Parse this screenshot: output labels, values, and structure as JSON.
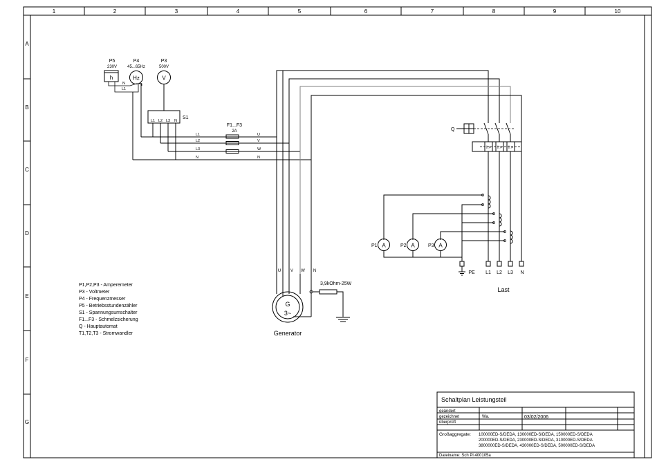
{
  "frame": {
    "columns": [
      "1",
      "2",
      "3",
      "4",
      "5",
      "6",
      "7",
      "8",
      "9",
      "10"
    ],
    "rows": [
      "A",
      "B",
      "C",
      "D",
      "E",
      "F",
      "G"
    ]
  },
  "meters": {
    "p5": {
      "tag": "P5",
      "rating": "230V",
      "symbol": "h"
    },
    "p4": {
      "tag": "P4",
      "rating": "45...65Hz",
      "symbol": "Hz"
    },
    "p3": {
      "tag": "P3",
      "rating": "500V",
      "symbol": "V"
    },
    "n_label": "N",
    "l1_label": "L1"
  },
  "switch_s1": {
    "tag": "S1",
    "terminals": [
      "L1",
      "L2",
      "L3",
      "N"
    ]
  },
  "bus": {
    "left_labels": [
      "L1",
      "L2",
      "L3",
      "N"
    ],
    "right_labels": [
      "U",
      "V",
      "W",
      "N"
    ]
  },
  "fuse": {
    "tag": "F1...F3",
    "rating": "2A"
  },
  "generator": {
    "terminals": [
      "U",
      "V",
      "W",
      "N"
    ],
    "symbol_line1": "G",
    "symbol_line2": "3~",
    "caption": "Generator",
    "resistor": "3,9kOhm-25W"
  },
  "breaker": {
    "tag": "Q"
  },
  "ammeters": [
    {
      "tag": "P1",
      "symbol": "A"
    },
    {
      "tag": "P2",
      "symbol": "A"
    },
    {
      "tag": "P3",
      "symbol": "A"
    }
  ],
  "load": {
    "terminals": [
      "PE",
      "L1",
      "L2",
      "L3",
      "N"
    ],
    "caption": "Last"
  },
  "legend": [
    "P1,P2,P3 - Amperemeter",
    "P3 - Voltmeter",
    "P4 - Frequenzmesser",
    "P5 - Betriebsstundenzähler",
    "S1 - Spannungsumschalter",
    "F1...F3 - Schmelzsicherung",
    "Q - Hauptautomat",
    "T1,T2,T3 - Stromwandler"
  ],
  "title_block": {
    "title": "Schaltplan Leistungsteil",
    "changed_label": "geändert",
    "drawn_label": "gezeichnet",
    "drawn_by": "Wa.",
    "drawn_date": "03/02/2006",
    "checked_label": "überprüft",
    "models_label": "Großaggregate:",
    "models_line1": "100000ED-S/DEDA, 130000ED-S/DEDA, 150000ED-S/DEDA",
    "models_line2": "200000ED-S/DEDA, 230000ED-S/DEDA, 310000ED-S/DEDA",
    "models_line3": "3800000ED-S/DEDA, 430000ED-S/DEDA, 500000ED-S/DEDA",
    "filename": "Dateiname: Sch Pl 400105a"
  }
}
